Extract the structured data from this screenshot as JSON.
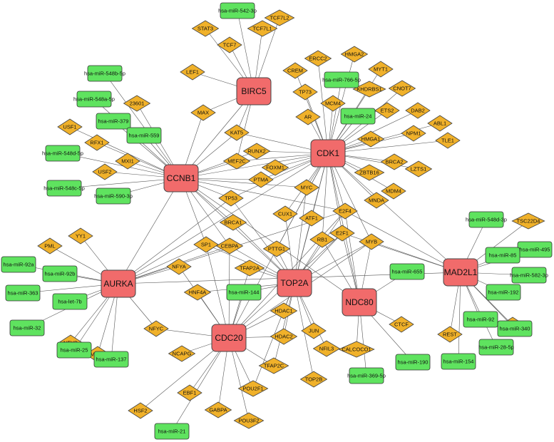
{
  "colors": {
    "hub": "#f16b6b",
    "tf": "#f0b12a",
    "mirna": "#5fe35f",
    "edge": "#555555"
  },
  "hubs": [
    {
      "id": "BIRC5",
      "label": "BIRC5"
    },
    {
      "id": "CCNB1",
      "label": "CCNB1"
    },
    {
      "id": "CDK1",
      "label": "CDK1"
    },
    {
      "id": "AURKA",
      "label": "AURKA"
    },
    {
      "id": "TOP2A",
      "label": "TOP2A"
    },
    {
      "id": "NDC80",
      "label": "NDC80"
    },
    {
      "id": "MAD2L1",
      "label": "MAD2L1"
    },
    {
      "id": "CDC20",
      "label": "CDC20"
    }
  ],
  "tfs": [
    {
      "id": "STAT3",
      "label": "STAT3"
    },
    {
      "id": "TCF7L2",
      "label": "TCF7L2"
    },
    {
      "id": "TCF7L1",
      "label": "TCF7L1"
    },
    {
      "id": "TCF7",
      "label": "TCF7"
    },
    {
      "id": "LEF1",
      "label": "LEF1"
    },
    {
      "id": "MAX",
      "label": "MAX"
    },
    {
      "id": "23601",
      "label": "23601"
    },
    {
      "id": "USF1",
      "label": "USF1"
    },
    {
      "id": "RFX1",
      "label": "RFX1"
    },
    {
      "id": "MXI1",
      "label": "MXI1"
    },
    {
      "id": "USF2",
      "label": "USF2"
    },
    {
      "id": "KAT5",
      "label": "KAT5"
    },
    {
      "id": "MEF2C",
      "label": "MEF2C"
    },
    {
      "id": "RUNX2",
      "label": "RUNX2"
    },
    {
      "id": "FOXM1",
      "label": "FOXM1"
    },
    {
      "id": "PTMA",
      "label": "PTMA"
    },
    {
      "id": "TP53",
      "label": "TP53"
    },
    {
      "id": "MYC",
      "label": "MYC"
    },
    {
      "id": "CREM",
      "label": "CREM"
    },
    {
      "id": "TP73",
      "label": "TP73"
    },
    {
      "id": "AR",
      "label": "AR"
    },
    {
      "id": "ERCC2",
      "label": "ERCC2"
    },
    {
      "id": "HMGA2",
      "label": "HMGA2"
    },
    {
      "id": "MYT1",
      "label": "MYT1"
    },
    {
      "id": "KHDRBS1",
      "label": "KHDRBS1"
    },
    {
      "id": "CNOT7",
      "label": "CNOT7"
    },
    {
      "id": "MCM4",
      "label": "MCM4"
    },
    {
      "id": "ETS2",
      "label": "ETS2"
    },
    {
      "id": "DAB2",
      "label": "DAB2"
    },
    {
      "id": "ABL1",
      "label": "ABL1"
    },
    {
      "id": "NPM1",
      "label": "NPM1"
    },
    {
      "id": "HMGA1",
      "label": "HMGA1"
    },
    {
      "id": "TLE1",
      "label": "TLE1"
    },
    {
      "id": "BRCA2",
      "label": "BRCA2"
    },
    {
      "id": "LZTS1",
      "label": "LZTS1"
    },
    {
      "id": "ZBTB16",
      "label": "ZBTB16"
    },
    {
      "id": "MDM4",
      "label": "MDM4"
    },
    {
      "id": "MNDA",
      "label": "MNDA"
    },
    {
      "id": "E2F4",
      "label": "E2F4"
    },
    {
      "id": "CUX1",
      "label": "CUX1"
    },
    {
      "id": "ATF1",
      "label": "ATF1"
    },
    {
      "id": "BRCA1",
      "label": "BRCA1"
    },
    {
      "id": "SP1",
      "label": "SP1"
    },
    {
      "id": "CEBPA",
      "label": "CEBPA"
    },
    {
      "id": "PTTG1",
      "label": "PTTG1"
    },
    {
      "id": "RB1",
      "label": "RB1"
    },
    {
      "id": "E2F1",
      "label": "E2F1"
    },
    {
      "id": "MYB",
      "label": "MYB"
    },
    {
      "id": "TFAP2A",
      "label": "TFAP2A"
    },
    {
      "id": "NFYA",
      "label": "NFYA"
    },
    {
      "id": "HNF4A",
      "label": "HNF4A"
    },
    {
      "id": "PML",
      "label": "PML"
    },
    {
      "id": "YY1",
      "label": "YY1"
    },
    {
      "id": "NFYB",
      "label": "NFYB"
    },
    {
      "id": "MBD3",
      "label": "MBD3"
    },
    {
      "id": "NFYC",
      "label": "NFYC"
    },
    {
      "id": "HDAC1",
      "label": "HDAC1"
    },
    {
      "id": "JUN",
      "label": "JUN"
    },
    {
      "id": "HDAC2",
      "label": "HDAC2"
    },
    {
      "id": "NFIL3",
      "label": "NFIL3"
    },
    {
      "id": "NCAPG",
      "label": "NCAPG"
    },
    {
      "id": "TFAP2C",
      "label": "TFAP2C"
    },
    {
      "id": "TOP2B",
      "label": "TOP2B"
    },
    {
      "id": "EBF1",
      "label": "EBF1"
    },
    {
      "id": "POU2F1",
      "label": "POU2F1"
    },
    {
      "id": "HSF2",
      "label": "HSF2"
    },
    {
      "id": "GABPA",
      "label": "GABPA"
    },
    {
      "id": "POU3F2",
      "label": "POU3F2"
    },
    {
      "id": "CALCOCO1",
      "label": "CALCOCO1"
    },
    {
      "id": "CTCF",
      "label": "CTCF"
    },
    {
      "id": "REST",
      "label": "REST"
    },
    {
      "id": "ESR2",
      "label": "ESR2"
    },
    {
      "id": "TSC22D4",
      "label": "TSC22D4"
    }
  ],
  "mirnas": [
    {
      "id": "m542",
      "label": "hsa-miR-542-3p"
    },
    {
      "id": "m548b",
      "label": "hsa-miR-548b-5p"
    },
    {
      "id": "m548a",
      "label": "hsa-miR-548a-5p"
    },
    {
      "id": "m379",
      "label": "hsa-miR-379"
    },
    {
      "id": "m559",
      "label": "hsa-miR-559"
    },
    {
      "id": "m548d",
      "label": "hsa-miR-548d-5p"
    },
    {
      "id": "m548c",
      "label": "hsa-miR-548c-5p"
    },
    {
      "id": "m590",
      "label": "hsa-miR-590-3p"
    },
    {
      "id": "m766",
      "label": "hsa-miR-766-5p"
    },
    {
      "id": "m24",
      "label": "hsa-miR-24"
    },
    {
      "id": "m92a",
      "label": "hsa-miR-92a"
    },
    {
      "id": "m92b",
      "label": "hsa-miR-92b"
    },
    {
      "id": "m363",
      "label": "hsa-miR-363"
    },
    {
      "id": "let7b",
      "label": "hsa-let-7b"
    },
    {
      "id": "m32",
      "label": "hsa-miR-32"
    },
    {
      "id": "m25",
      "label": "hsa-miR-25"
    },
    {
      "id": "m137",
      "label": "hsa-miR-137"
    },
    {
      "id": "m144",
      "label": "hsa-miR-144"
    },
    {
      "id": "m655",
      "label": "hsa-miR-655"
    },
    {
      "id": "m190",
      "label": "hsa-miR-190"
    },
    {
      "id": "m369",
      "label": "hsa-miR-369-5p"
    },
    {
      "id": "m21",
      "label": "hsa-miR-21"
    },
    {
      "id": "m548d3p",
      "label": "hsa-miR-548d-3p"
    },
    {
      "id": "m495",
      "label": "hsa-miR-495"
    },
    {
      "id": "m85",
      "label": "hsa-miR-85"
    },
    {
      "id": "m582",
      "label": "hsa-miR-582-3p"
    },
    {
      "id": "m192",
      "label": "hsa-miR-192"
    },
    {
      "id": "m92",
      "label": "hsa-miR-92"
    },
    {
      "id": "m340",
      "label": "hsa-miR-340"
    },
    {
      "id": "m28",
      "label": "hsa-miR-28-5p"
    },
    {
      "id": "m154",
      "label": "hsa-miR-154"
    }
  ],
  "edges": [
    [
      "BIRC5",
      "STAT3"
    ],
    [
      "BIRC5",
      "TCF7L2"
    ],
    [
      "BIRC5",
      "TCF7L1"
    ],
    [
      "BIRC5",
      "TCF7"
    ],
    [
      "BIRC5",
      "LEF1"
    ],
    [
      "BIRC5",
      "m542"
    ],
    [
      "BIRC5",
      "MAX"
    ],
    [
      "BIRC5",
      "KAT5"
    ],
    [
      "BIRC5",
      "MEF2C"
    ],
    [
      "BIRC5",
      "CCNB1"
    ],
    [
      "CCNB1",
      "m548b"
    ],
    [
      "CCNB1",
      "m548a"
    ],
    [
      "CCNB1",
      "m379"
    ],
    [
      "CCNB1",
      "m559"
    ],
    [
      "CCNB1",
      "23601"
    ],
    [
      "CCNB1",
      "USF1"
    ],
    [
      "CCNB1",
      "RFX1"
    ],
    [
      "CCNB1",
      "MXI1"
    ],
    [
      "CCNB1",
      "USF2"
    ],
    [
      "CCNB1",
      "m548d"
    ],
    [
      "CCNB1",
      "m548c"
    ],
    [
      "CCNB1",
      "m590"
    ],
    [
      "CCNB1",
      "MAX"
    ],
    [
      "CCNB1",
      "KAT5"
    ],
    [
      "CCNB1",
      "MEF2C"
    ],
    [
      "CCNB1",
      "RUNX2"
    ],
    [
      "CCNB1",
      "PTMA"
    ],
    [
      "CCNB1",
      "TP53"
    ],
    [
      "CCNB1",
      "MYC"
    ],
    [
      "CCNB1",
      "CDK1"
    ],
    [
      "CCNB1",
      "BRCA1"
    ],
    [
      "CCNB1",
      "SP1"
    ],
    [
      "CCNB1",
      "CEBPA"
    ],
    [
      "CCNB1",
      "E2F4"
    ],
    [
      "CCNB1",
      "AURKA"
    ],
    [
      "CCNB1",
      "TOP2A"
    ],
    [
      "CCNB1",
      "NDC80"
    ],
    [
      "CDK1",
      "CREM"
    ],
    [
      "CDK1",
      "TP73"
    ],
    [
      "CDK1",
      "AR"
    ],
    [
      "CDK1",
      "ERCC2"
    ],
    [
      "CDK1",
      "HMGA2"
    ],
    [
      "CDK1",
      "MYT1"
    ],
    [
      "CDK1",
      "KHDRBS1"
    ],
    [
      "CDK1",
      "CNOT7"
    ],
    [
      "CDK1",
      "m766"
    ],
    [
      "CDK1",
      "m24"
    ],
    [
      "CDK1",
      "MCM4"
    ],
    [
      "CDK1",
      "ETS2"
    ],
    [
      "CDK1",
      "DAB2"
    ],
    [
      "CDK1",
      "ABL1"
    ],
    [
      "CDK1",
      "NPM1"
    ],
    [
      "CDK1",
      "HMGA1"
    ],
    [
      "CDK1",
      "TLE1"
    ],
    [
      "CDK1",
      "BRCA2"
    ],
    [
      "CDK1",
      "LZTS1"
    ],
    [
      "CDK1",
      "ZBTB16"
    ],
    [
      "CDK1",
      "MDM4"
    ],
    [
      "CDK1",
      "MNDA"
    ],
    [
      "CDK1",
      "KAT5"
    ],
    [
      "CDK1",
      "MEF2C"
    ],
    [
      "CDK1",
      "RUNX2"
    ],
    [
      "CDK1",
      "FOXM1"
    ],
    [
      "CDK1",
      "PTMA"
    ],
    [
      "CDK1",
      "MYC"
    ],
    [
      "CDK1",
      "E2F4"
    ],
    [
      "CDK1",
      "CUX1"
    ],
    [
      "CDK1",
      "ATF1"
    ],
    [
      "CDK1",
      "E2F1"
    ],
    [
      "CDK1",
      "RB1"
    ],
    [
      "CDK1",
      "MYB"
    ],
    [
      "CDK1",
      "TP53"
    ],
    [
      "CDK1",
      "AURKA"
    ],
    [
      "CDK1",
      "TOP2A"
    ],
    [
      "CDK1",
      "NDC80"
    ],
    [
      "CDK1",
      "MAD2L1"
    ],
    [
      "CDK1",
      "CDC20"
    ],
    [
      "CDK1",
      "PTTG1"
    ],
    [
      "AURKA",
      "PML"
    ],
    [
      "AURKA",
      "YY1"
    ],
    [
      "AURKA",
      "m92a"
    ],
    [
      "AURKA",
      "m92b"
    ],
    [
      "AURKA",
      "m363"
    ],
    [
      "AURKA",
      "let7b"
    ],
    [
      "AURKA",
      "m32"
    ],
    [
      "AURKA",
      "NFYB"
    ],
    [
      "AURKA",
      "m25"
    ],
    [
      "AURKA",
      "MBD3"
    ],
    [
      "AURKA",
      "m137"
    ],
    [
      "AURKA",
      "NFYA"
    ],
    [
      "AURKA",
      "NFYC"
    ],
    [
      "AURKA",
      "SP1"
    ],
    [
      "AURKA",
      "CEBPA"
    ],
    [
      "AURKA",
      "TP53"
    ],
    [
      "AURKA",
      "E2F4"
    ],
    [
      "AURKA",
      "MAD2L1"
    ],
    [
      "TOP2A",
      "BRCA1"
    ],
    [
      "TOP2A",
      "CEBPA"
    ],
    [
      "TOP2A",
      "SP1"
    ],
    [
      "TOP2A",
      "TFAP2A"
    ],
    [
      "TOP2A",
      "PTTG1"
    ],
    [
      "TOP2A",
      "RB1"
    ],
    [
      "TOP2A",
      "E2F1"
    ],
    [
      "TOP2A",
      "MYB"
    ],
    [
      "TOP2A",
      "E2F4"
    ],
    [
      "TOP2A",
      "ATF1"
    ],
    [
      "TOP2A",
      "CUX1"
    ],
    [
      "TOP2A",
      "m144"
    ],
    [
      "TOP2A",
      "HDAC1"
    ],
    [
      "TOP2A",
      "JUN"
    ],
    [
      "TOP2A",
      "HDAC2"
    ],
    [
      "TOP2A",
      "NFIL3"
    ],
    [
      "TOP2A",
      "TFAP2C"
    ],
    [
      "TOP2A",
      "TOP2B"
    ],
    [
      "TOP2A",
      "POU2F1"
    ],
    [
      "TOP2A",
      "HNF4A"
    ],
    [
      "TOP2A",
      "TP53"
    ],
    [
      "TOP2A",
      "MYC"
    ],
    [
      "NDC80",
      "m655"
    ],
    [
      "NDC80",
      "m190"
    ],
    [
      "NDC80",
      "CALCOCO1"
    ],
    [
      "NDC80",
      "m369"
    ],
    [
      "NDC80",
      "CTCF"
    ],
    [
      "NDC80",
      "E2F1"
    ],
    [
      "NDC80",
      "E2F4"
    ],
    [
      "NDC80",
      "MYB"
    ],
    [
      "NDC80",
      "RB1"
    ],
    [
      "MAD2L1",
      "m548d3p"
    ],
    [
      "MAD2L1",
      "TSC22D4"
    ],
    [
      "MAD2L1",
      "m495"
    ],
    [
      "MAD2L1",
      "m85"
    ],
    [
      "MAD2L1",
      "m582"
    ],
    [
      "MAD2L1",
      "m192"
    ],
    [
      "MAD2L1",
      "ESR2"
    ],
    [
      "MAD2L1",
      "m92"
    ],
    [
      "MAD2L1",
      "m340"
    ],
    [
      "MAD2L1",
      "REST"
    ],
    [
      "MAD2L1",
      "m28"
    ],
    [
      "MAD2L1",
      "m154"
    ],
    [
      "MAD2L1",
      "E2F1"
    ],
    [
      "MAD2L1",
      "E2F4"
    ],
    [
      "MAD2L1",
      "MYB"
    ],
    [
      "CDC20",
      "NCAPG"
    ],
    [
      "CDC20",
      "HSF2"
    ],
    [
      "CDC20",
      "EBF1"
    ],
    [
      "CDC20",
      "GABPA"
    ],
    [
      "CDC20",
      "POU3F2"
    ],
    [
      "CDC20",
      "POU2F1"
    ],
    [
      "CDC20",
      "TFAP2C"
    ],
    [
      "CDC20",
      "HDAC2"
    ],
    [
      "CDC20",
      "HDAC1"
    ],
    [
      "CDC20",
      "HNF4A"
    ],
    [
      "CDC20",
      "NFYA"
    ],
    [
      "CDC20",
      "NFYC"
    ],
    [
      "CDC20",
      "m144"
    ],
    [
      "CDC20",
      "SP1"
    ],
    [
      "CDC20",
      "TFAP2A"
    ],
    [
      "CDC20",
      "E2F1"
    ],
    [
      "CDC20",
      "E2F4"
    ],
    [
      "CDC20",
      "MYB"
    ],
    [
      "CDC20",
      "CEBPA"
    ],
    [
      "CDC20",
      "m21"
    ]
  ]
}
